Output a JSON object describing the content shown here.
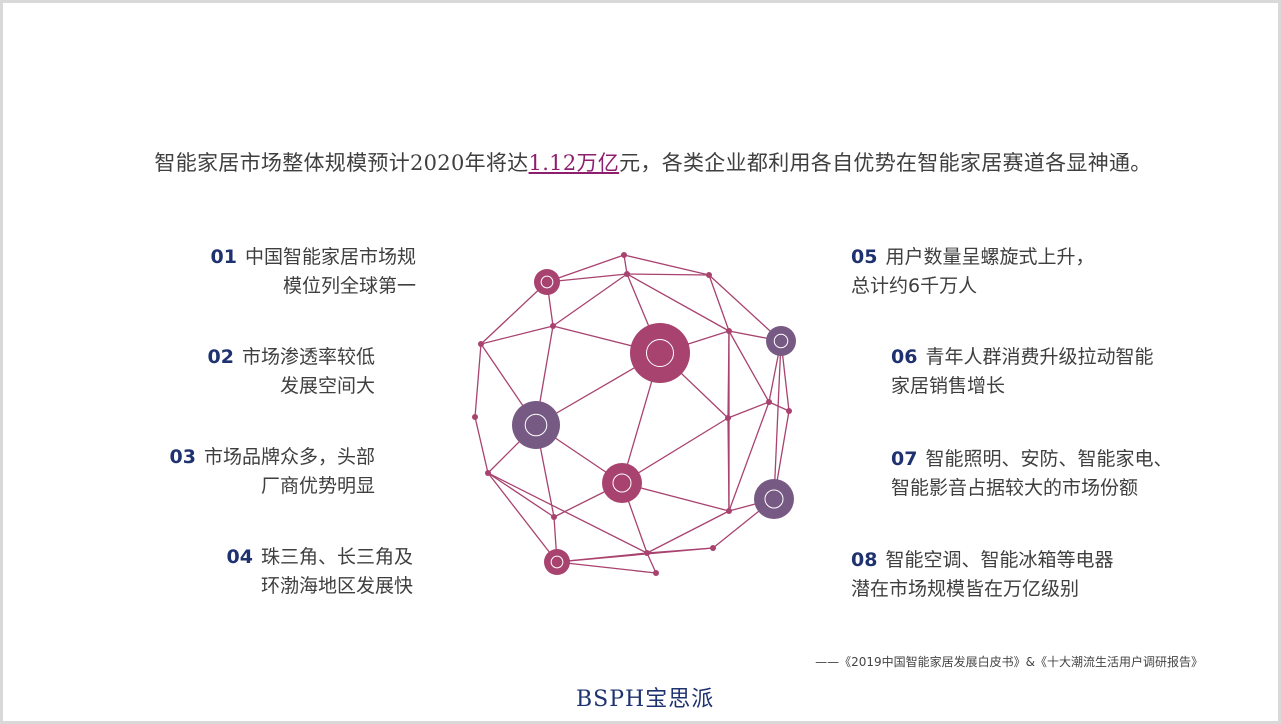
{
  "headline": {
    "before": "智能家居市场整体规模预计2020年将达",
    "highlight": "1.12万亿",
    "after": "元，各类企业都利用各自优势在智能家居赛道各显神通。"
  },
  "items": [
    {
      "num": "01",
      "line1": "中国智能家居市场规",
      "line2": "模位列全球第一"
    },
    {
      "num": "02",
      "line1": "市场渗透率较低",
      "line2": "发展空间大"
    },
    {
      "num": "03",
      "line1": "市场品牌众多，头部",
      "line2": "厂商优势明显"
    },
    {
      "num": "04",
      "line1": "珠三角、长三角及",
      "line2": "环渤海地区发展快"
    },
    {
      "num": "05",
      "line1": "用户数量呈螺旋式上升，",
      "line2": "总计约6千万人"
    },
    {
      "num": "06",
      "line1": "青年人群消费升级拉动智能",
      "line2": "家居销售增长"
    },
    {
      "num": "07",
      "line1": "智能照明、安防、智能家电、",
      "line2": "智能影音占据较大的市场份额"
    },
    {
      "num": "08",
      "line1": "智能空调、智能冰箱等电器",
      "line2": "潜在市场规模皆在万亿级别"
    }
  ],
  "source": "——《2019中国智能家居发展白皮书》&《十大潮流生活用户调研报告》",
  "logo": "BSPH宝思派",
  "colors": {
    "magenta": "#a8426f",
    "purple": "#775a84",
    "number": "#1f3270",
    "highlight": "#8e1f6f"
  },
  "network_icons": [
    "clock-icon",
    "lightbulb-icon",
    "chart-board-icon",
    "rocket-icon",
    "scale-icon",
    "gears-icon",
    "magnifier-icon"
  ]
}
